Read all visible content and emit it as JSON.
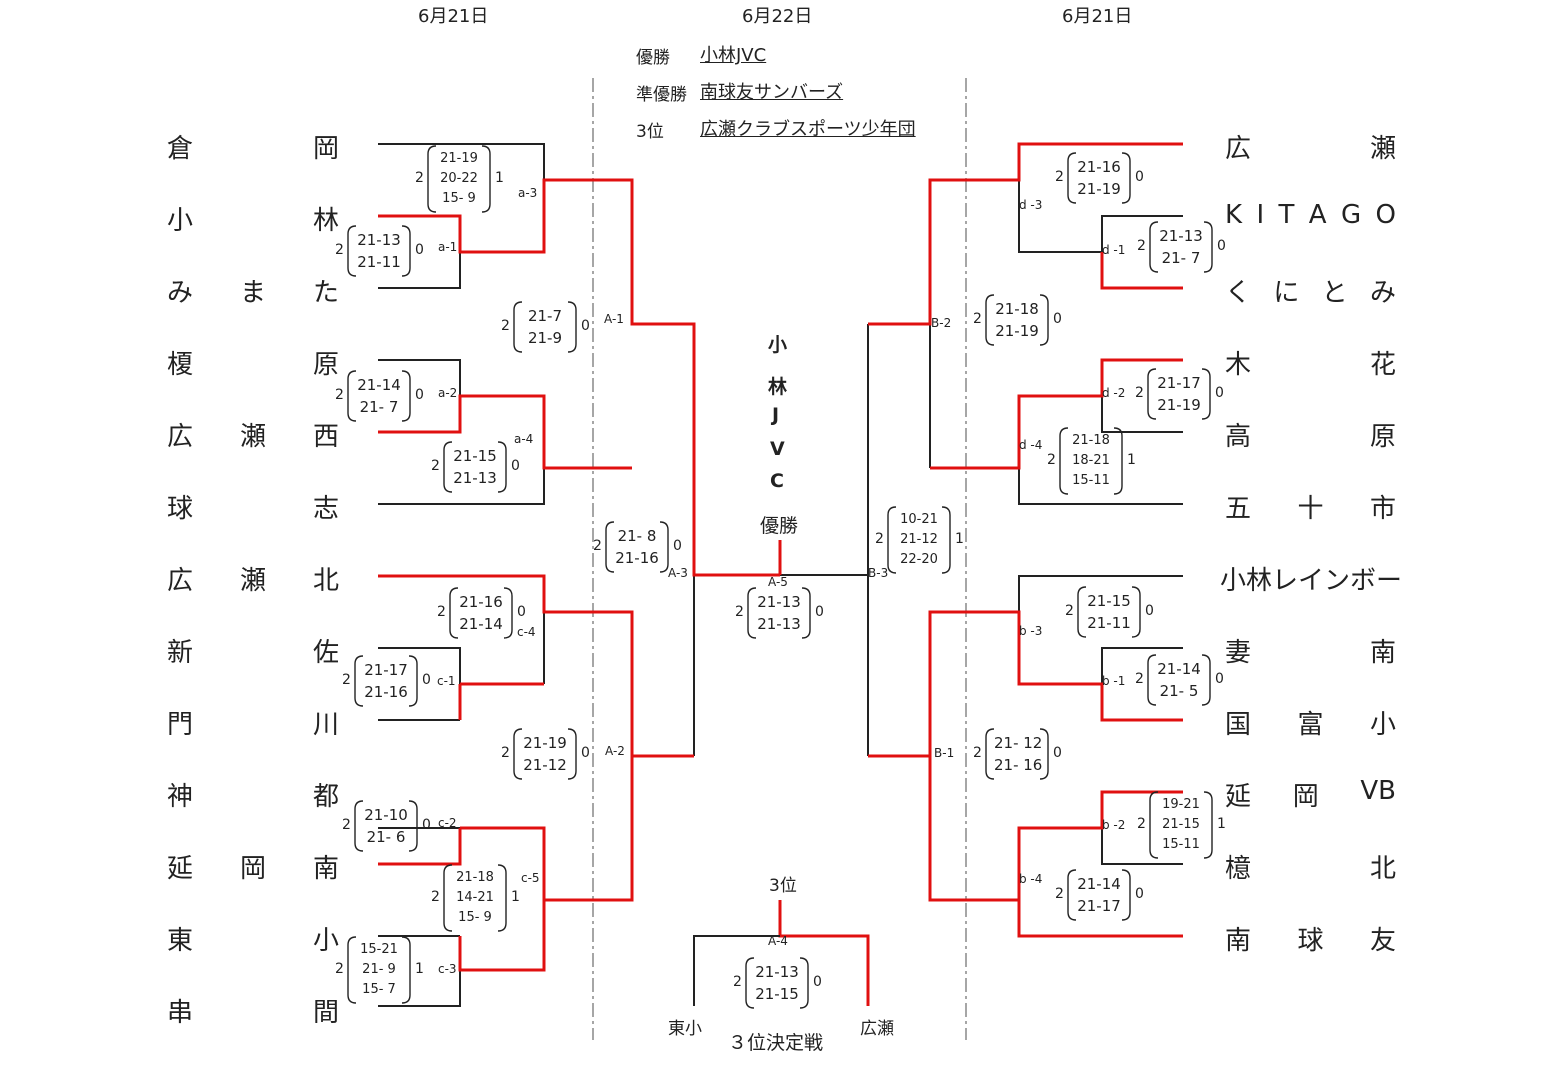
{
  "dates": {
    "left": "6月21日",
    "center": "6月22日",
    "right": "6月21日"
  },
  "results": [
    {
      "label": "優勝",
      "value": "小林JVC"
    },
    {
      "label": "準優勝",
      "value": "南球友サンバーズ"
    },
    {
      "label": "3位",
      "value": "広瀬クラブスポーツ少年団"
    }
  ],
  "champion_chars": [
    "小",
    "林",
    "J",
    "V",
    "C"
  ],
  "labels": {
    "champion": "優勝",
    "third": "3位",
    "third_match": "３位決定戦",
    "tokoshi": "東小",
    "hirose": "広瀬"
  },
  "teams_left": [
    [
      "倉",
      "岡"
    ],
    [
      "小",
      "林"
    ],
    [
      "み",
      "ま",
      "た"
    ],
    [
      "榎",
      "原"
    ],
    [
      "広",
      "瀬",
      "西"
    ],
    [
      "球",
      "志"
    ],
    [
      "広",
      "瀬",
      "北"
    ],
    [
      "新",
      "佐"
    ],
    [
      "門",
      "川"
    ],
    [
      "神",
      "都"
    ],
    [
      "延",
      "岡",
      "南"
    ],
    [
      "東",
      "小"
    ],
    [
      "串",
      "間"
    ]
  ],
  "teams_right": [
    [
      "広",
      "瀬"
    ],
    [
      "K",
      "I",
      "T",
      "A",
      "G",
      "O"
    ],
    [
      "く",
      "に",
      "と",
      "み"
    ],
    [
      "木",
      "花"
    ],
    [
      "高",
      "原"
    ],
    [
      "五",
      "十",
      "市"
    ],
    [
      "小林レインボー"
    ],
    [
      "妻",
      "南"
    ],
    [
      "国",
      "富",
      "小"
    ],
    [
      "延",
      "岡",
      "VB"
    ],
    [
      "檍",
      "北"
    ],
    [
      "南",
      "球",
      "友"
    ]
  ],
  "match_codes": [
    "a-3",
    "a-1",
    "a-2",
    "a-4",
    "A-1",
    "A-3",
    "c-4",
    "c-1",
    "A-2",
    "c-2",
    "c-5",
    "c-3",
    "d -3",
    "d -1",
    "B-2",
    "d -2",
    "d -4",
    "B-3",
    "b -3",
    "b -1",
    "B-1",
    "b -2",
    "b -4",
    "A-5",
    "A-4"
  ],
  "scores": [
    {
      "l": "2",
      "s": [
        "21-19",
        "20-22",
        "15- 9"
      ],
      "r": "1"
    },
    {
      "l": "2",
      "s": [
        "21-13",
        "21-11"
      ],
      "r": "0"
    },
    {
      "l": "2",
      "s": [
        "21-7",
        "21-9"
      ],
      "r": "0"
    },
    {
      "l": "2",
      "s": [
        "21-14",
        "21- 7"
      ],
      "r": "0"
    },
    {
      "l": "2",
      "s": [
        "21-15",
        "21-13"
      ],
      "r": "0"
    },
    {
      "l": "2",
      "s": [
        "21- 8",
        "21-16"
      ],
      "r": "0"
    },
    {
      "l": "2",
      "s": [
        "21-16",
        "21-14"
      ],
      "r": "0"
    },
    {
      "l": "2",
      "s": [
        "21-17",
        "21-16"
      ],
      "r": "0"
    },
    {
      "l": "2",
      "s": [
        "21-19",
        "21-12"
      ],
      "r": "0"
    },
    {
      "l": "2",
      "s": [
        "21-10",
        "21- 6"
      ],
      "r": "0"
    },
    {
      "l": "2",
      "s": [
        "21-18",
        "14-21",
        "15- 9"
      ],
      "r": "1"
    },
    {
      "l": "2",
      "s": [
        "15-21",
        "21- 9",
        "15- 7"
      ],
      "r": "1"
    },
    {
      "l": "2",
      "s": [
        "21-16",
        "21-19"
      ],
      "r": "0"
    },
    {
      "l": "2",
      "s": [
        "21-13",
        "21- 7"
      ],
      "r": "0"
    },
    {
      "l": "2",
      "s": [
        "21-18",
        "21-19"
      ],
      "r": "0"
    },
    {
      "l": "2",
      "s": [
        "21-17",
        "21-19"
      ],
      "r": "0"
    },
    {
      "l": "2",
      "s": [
        "21-18",
        "18-21",
        "15-11"
      ],
      "r": "1"
    },
    {
      "l": "2",
      "s": [
        "10-21",
        "21-12",
        "22-20"
      ],
      "r": "1"
    },
    {
      "l": "2",
      "s": [
        "21-15",
        "21-11"
      ],
      "r": "0"
    },
    {
      "l": "2",
      "s": [
        "21-14",
        "21- 5"
      ],
      "r": "0"
    },
    {
      "l": "2",
      "s": [
        "21- 12",
        "21- 16"
      ],
      "r": "0"
    },
    {
      "l": "2",
      "s": [
        "19-21",
        "21-15",
        "15-11"
      ],
      "r": "1"
    },
    {
      "l": "2",
      "s": [
        "21-14",
        "21-17"
      ],
      "r": "0"
    },
    {
      "l": "2",
      "s": [
        "21-13",
        "21-13"
      ],
      "r": "0"
    },
    {
      "l": "2",
      "s": [
        "21-13",
        "21-15"
      ],
      "r": "0"
    }
  ],
  "colors": {
    "winner_line": "#e01010",
    "line": "#222222",
    "divider": "#888888"
  }
}
